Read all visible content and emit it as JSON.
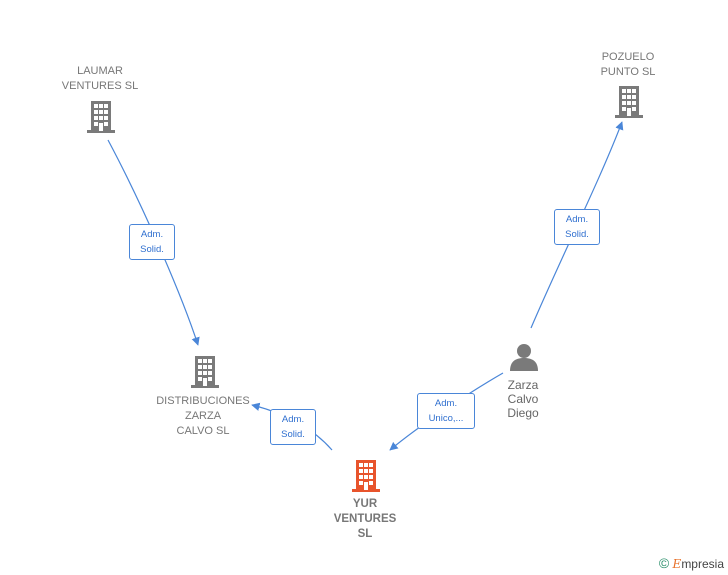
{
  "nodes": {
    "laumar": {
      "label": "LAUMAR\nVENTURES  SL"
    },
    "pozuelo": {
      "label": "POZUELO\nPUNTO  SL"
    },
    "distribuciones": {
      "label": "DISTRIBUCIONES\nZARZA\nCALVO SL"
    },
    "yur": {
      "label": "YUR\nVENTURES\nSL"
    },
    "zarza": {
      "label": "Zarza\nCalvo\nDiego"
    }
  },
  "edges": {
    "laumar_to_distribuciones": {
      "label": "Adm.\nSolid."
    },
    "zarza_to_pozuelo": {
      "label": "Adm.\nSolid."
    },
    "yur_to_distribuciones": {
      "label": "Adm.\nSolid."
    },
    "zarza_to_yur": {
      "label": "Adm.\nUnico,..."
    }
  },
  "colors": {
    "company": "#7a7a7a",
    "main_company": "#e8542c",
    "edge": "#4a86d8",
    "person": "#7a7a7a"
  },
  "brand": {
    "copyright": "©",
    "name": "mpresia",
    "initial": "E"
  }
}
